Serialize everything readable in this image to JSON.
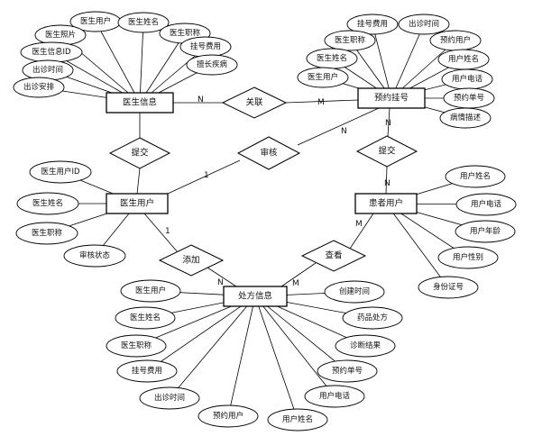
{
  "entities": {
    "doctor_info": "医生信息",
    "booking": "预约挂号",
    "doctor_user": "医生用户",
    "patient_user": "患者用户",
    "prescription": "处方信息"
  },
  "relations": {
    "link": "关联",
    "submit_doctor": "提交",
    "review": "审核",
    "submit_patient": "提交",
    "add": "添加",
    "view": "查看"
  },
  "cardinality": {
    "link_doctor": "N",
    "link_booking": "M",
    "review_doctor": "1",
    "review_booking": "N",
    "booking_submit": "N",
    "submit_patient": "N",
    "add_doctor": "1",
    "add_prescription": "N",
    "view_prescription": "M",
    "view_patient": "M"
  },
  "attributes": {
    "doctor_info": [
      "医生用户",
      "医生姓名",
      "医生照片",
      "医生职称",
      "医生信息ID",
      "挂号费用",
      "出诊时间",
      "擅长疾病",
      "出诊安排"
    ],
    "booking": [
      "挂号费用",
      "出诊时间",
      "医生职称",
      "预约用户",
      "医生姓名",
      "用户姓名",
      "医生用户",
      "用户电话",
      "预约单号",
      "病情描述"
    ],
    "doctor_user": [
      "医生用户ID",
      "医生姓名",
      "医生职称",
      "审核状态"
    ],
    "patient_user": [
      "用户姓名",
      "用户电话",
      "用户年龄",
      "用户性别",
      "身份证号"
    ],
    "prescription": [
      "医生用户",
      "创建时间",
      "医生姓名",
      "药品处方",
      "医生职称",
      "诊断结果",
      "挂号费用",
      "预约单号",
      "出诊时间",
      "用户电话",
      "预约用户",
      "用户姓名"
    ]
  }
}
